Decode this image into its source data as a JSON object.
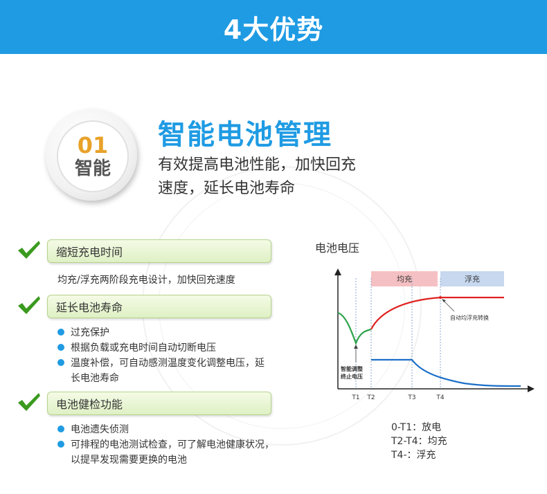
{
  "banner": {
    "title": "4大优势"
  },
  "feature": {
    "badge_number": "01",
    "badge_label": "智能",
    "title": "智能电池管理",
    "description_line1": "有效提高电池性能，加快回充",
    "description_line2": "速度，延长电池寿命"
  },
  "sections": [
    {
      "label": "缩短充电时间",
      "description": "均充/浮充两阶段充电设计，加快回充速度"
    },
    {
      "label": "延长电池寿命",
      "bullets": [
        "过充保护",
        "根据负载或充电时间自动切断电压",
        "温度补偿，可自动感测温度变化调整电压，延",
        "长电池寿命"
      ]
    },
    {
      "label": "电池健检功能",
      "bullets": [
        "电池遗失侦测",
        "可排程的电池测试检查，可了解电池健康状况，",
        "以提早发现需要更换的电池"
      ]
    }
  ],
  "colors": {
    "accent": "#1f9be3",
    "badge_number": "#e8a22a",
    "check": "#3a9a1e",
    "curve_red": "#e02020",
    "curve_green": "#2aa34a",
    "curve_blue": "#1b6fc8"
  },
  "icons": {
    "check": "check-icon",
    "bullet": "bullet-dot-icon"
  },
  "chart_data": {
    "type": "line",
    "title": "电池电压",
    "ticks": [
      "T1",
      "T2",
      "T3",
      "T4"
    ],
    "phases": [
      "均充",
      "浮充"
    ],
    "annotations": [
      "自动均浮充转换",
      "智能调整",
      "终止电压"
    ],
    "legend": [
      "0-T1：放电",
      "T2-T4：均充",
      "T4-：浮充"
    ]
  }
}
